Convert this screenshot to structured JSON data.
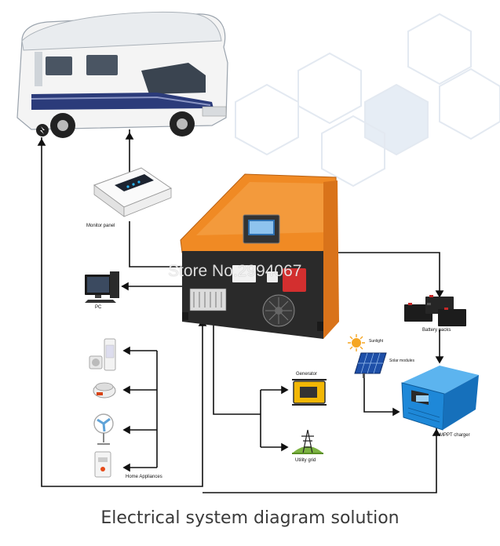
{
  "caption": "Electrical system diagram solution",
  "watermark": "Store No.2994067",
  "labels": {
    "monitor_panel": "Monitor panel",
    "pc": "PC",
    "battery_packs": "Battery packs",
    "sunlight": "Sunlight",
    "solar_modules": "Solar modules",
    "generator": "Generator",
    "utility_grid": "Utility grid",
    "mppt_charger": "MPPT charger",
    "home_appliances": "Home Appliances"
  },
  "colors": {
    "inverter_orange": "#f08a24",
    "inverter_dark": "#2a2a2a",
    "charger_blue": "#1e88d8",
    "wire": "#111111",
    "hexagon_bg": "#dde6f0"
  }
}
